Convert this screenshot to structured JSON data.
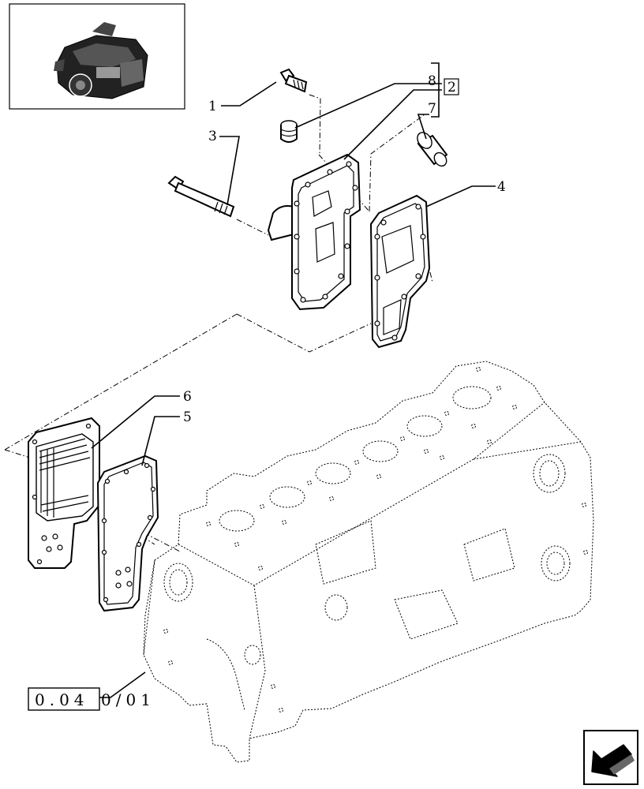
{
  "callouts": [
    {
      "id": "1",
      "text": "1"
    },
    {
      "id": "2",
      "text": "2"
    },
    {
      "id": "3",
      "text": "3"
    },
    {
      "id": "4",
      "text": "4"
    },
    {
      "id": "5",
      "text": "5"
    },
    {
      "id": "6",
      "text": "6"
    },
    {
      "id": "7",
      "text": "7"
    },
    {
      "id": "8",
      "text": "8"
    }
  ],
  "reference": {
    "boxed": "0.04",
    "suffix": "0/01"
  },
  "icons": {
    "thumbnail": "engine-thumbnail-icon",
    "navigation": "back-arrow-icon"
  }
}
